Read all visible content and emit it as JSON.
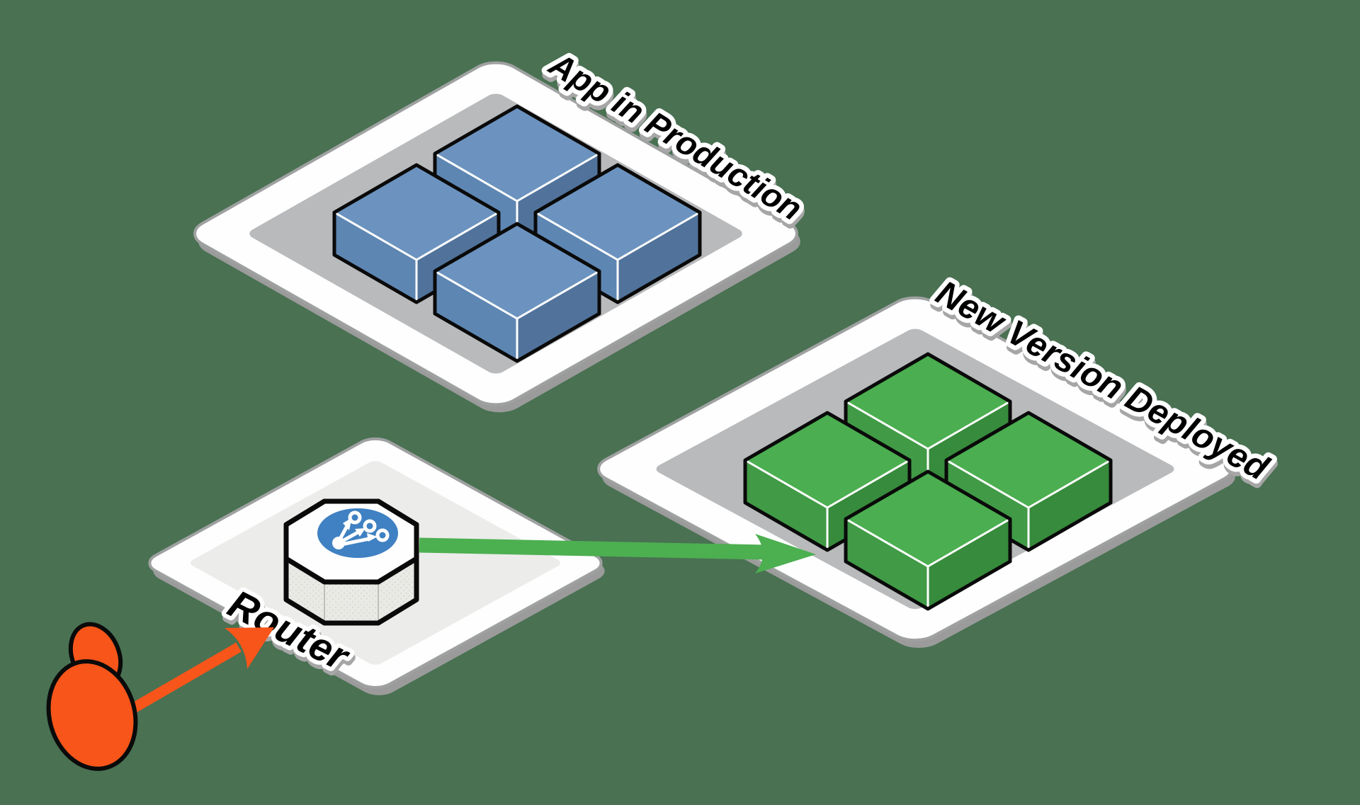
{
  "diagram": {
    "type": "isometric-architecture-diagram",
    "labels": {
      "production": "App in Production",
      "new_version": "New Version Deployed",
      "router": "Router"
    },
    "nodes": {
      "production_platform": {
        "label": "App in Production",
        "instances": 4,
        "instance_color": "blue"
      },
      "new_version_platform": {
        "label": "New Version Deployed",
        "instances": 4,
        "instance_color": "green"
      },
      "router_platform": {
        "label": "Router",
        "icon": "route-split-icon"
      }
    },
    "edges": [
      {
        "from": "user",
        "to": "router",
        "color": "orange"
      },
      {
        "from": "router",
        "to": "new_version_platform",
        "color": "green"
      }
    ],
    "icons": [
      {
        "name": "route-split-icon",
        "description": "blue circle with hub and three branching arrows"
      },
      {
        "name": "user-icon",
        "description": "orange person silhouette"
      },
      {
        "name": "orange-arrow-icon",
        "description": "thick orange arrow from user to router"
      },
      {
        "name": "green-arrow-icon",
        "description": "thick green arrow from router to new version"
      }
    ]
  },
  "palette": {
    "bg": "#497152",
    "platform-face": "#fefefe",
    "platform-edge": "#9fa1a1",
    "platform-shadow": "#9b9b9b",
    "inner-gray": "#b9babc",
    "inner-light": "#ececea",
    "cube-blue-top": "#6c93bf",
    "cube-blue-west": "#5e86b2",
    "cube-blue-east": "#51739b",
    "cube-green-top": "#4bae50",
    "cube-green-west": "#419a46",
    "cube-green-east": "#378b3c",
    "outline": "#0a0a0a",
    "rim": "#ffffff",
    "octagon-side": "#e9e9e5",
    "octagon-seam": "#bfbfba",
    "router-circle": "#3f81c2",
    "person-orange": "#f7551a",
    "arrow-green": "#4caf50",
    "text-fill": "#000000",
    "text-outline": "#ffffff",
    "text-shadow": "#a6a6a6"
  }
}
